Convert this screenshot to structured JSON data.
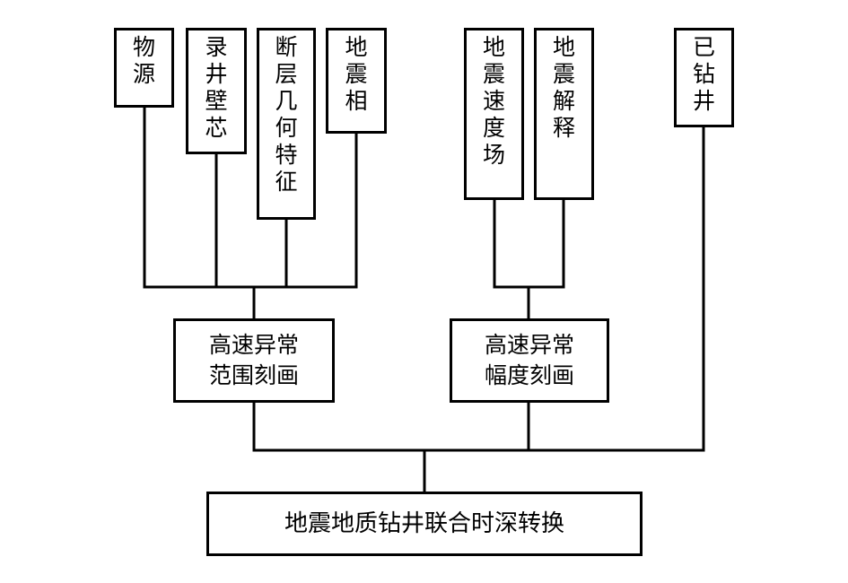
{
  "diagram": {
    "top_nodes": {
      "source": "物源",
      "well_log_core": "录井壁芯",
      "fault_geometry": "断层几何特征",
      "seismic_facies": "地震相",
      "velocity_field": "地震速度场",
      "seismic_interpretation": "地震解释",
      "drilled_wells": "已钻井"
    },
    "middle_nodes": {
      "range_characterization": "高速异常范围刻画",
      "amplitude_characterization": "高速异常幅度刻画"
    },
    "bottom_node": "地震地质钻井联合时深转换",
    "colors": {
      "line": "#000000",
      "box_border": "#000000",
      "background": "#ffffff"
    }
  }
}
